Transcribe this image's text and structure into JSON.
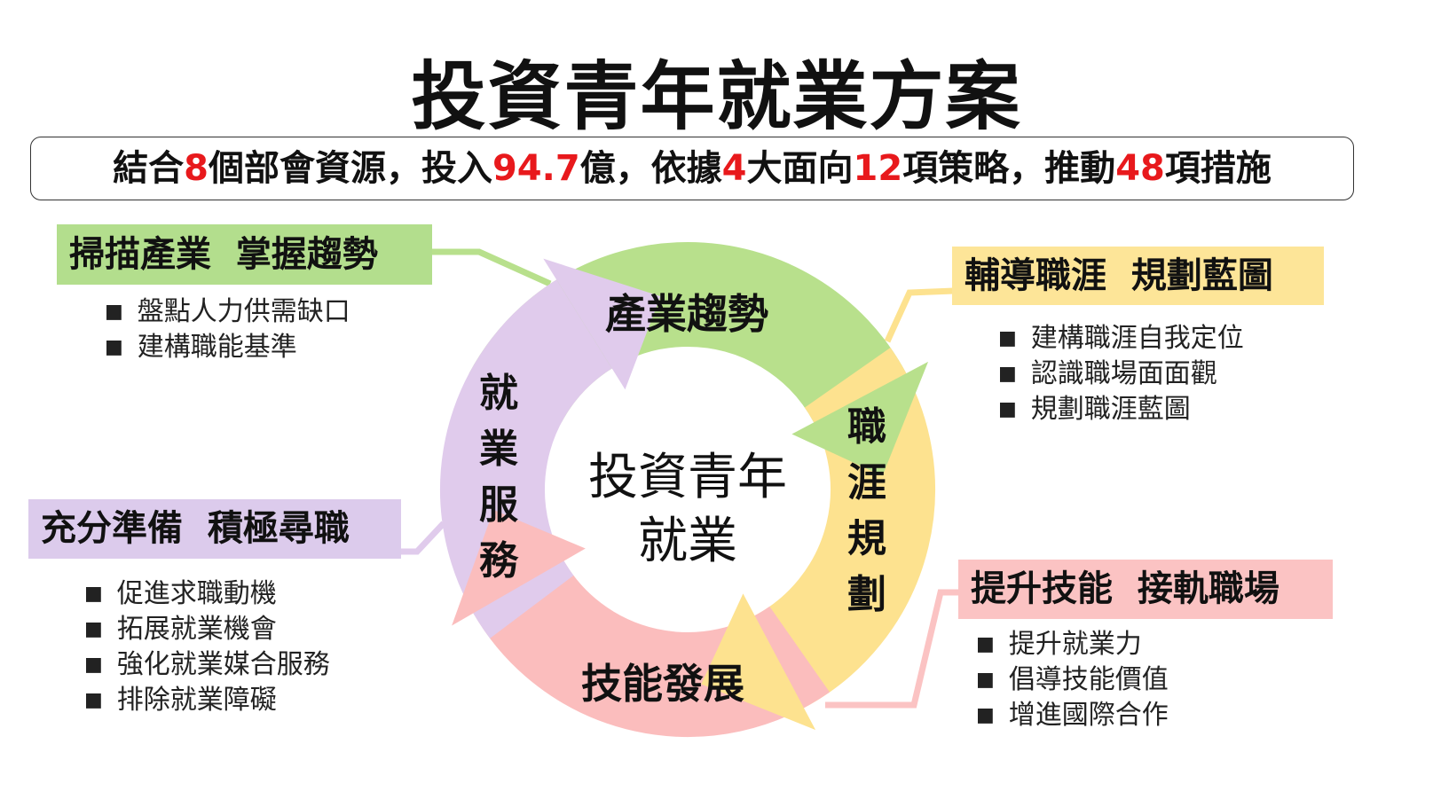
{
  "title": "投資青年就業方案",
  "summary": {
    "p1": "結合",
    "n1": "8",
    "p2": "個部會資源，投入",
    "n2": "94.7",
    "p3": "億，依據",
    "n3": "4",
    "p4": "大面向",
    "n4": "12",
    "p5": "項策略，推動",
    "n5": "48",
    "p6": "項措施"
  },
  "center": {
    "line1": "投資青年",
    "line2": "就業"
  },
  "cycle": [
    {
      "label": "產業趨勢",
      "color": "#b8e08c"
    },
    {
      "label": "職涯規劃",
      "color": "#fde28f"
    },
    {
      "label": "技能發展",
      "color": "#fbbdbd"
    },
    {
      "label": "就業服務",
      "color": "#e0cbec"
    }
  ],
  "boxes": {
    "industry": {
      "title": "掃描產業  掌握趨勢",
      "color": "#b3de8d",
      "items": [
        "盤點人力供需缺口",
        "建構職能基準"
      ]
    },
    "career": {
      "title": "輔導職涯  規劃藍圖",
      "color": "#fde598",
      "items": [
        "建構職涯自我定位",
        "認識職場面面觀",
        "規劃職涯藍圖"
      ]
    },
    "skills": {
      "title": "提升技能  接軌職場",
      "color": "#fbc3c3",
      "items": [
        "提升就業力",
        "倡導技能價值",
        "增進國際合作"
      ]
    },
    "employment": {
      "title": "充分準備  積極尋職",
      "color": "#dccbec",
      "items": [
        "促進求職動機",
        "拓展就業機會",
        "強化就業媒合服務",
        "排除就業障礙"
      ]
    }
  }
}
